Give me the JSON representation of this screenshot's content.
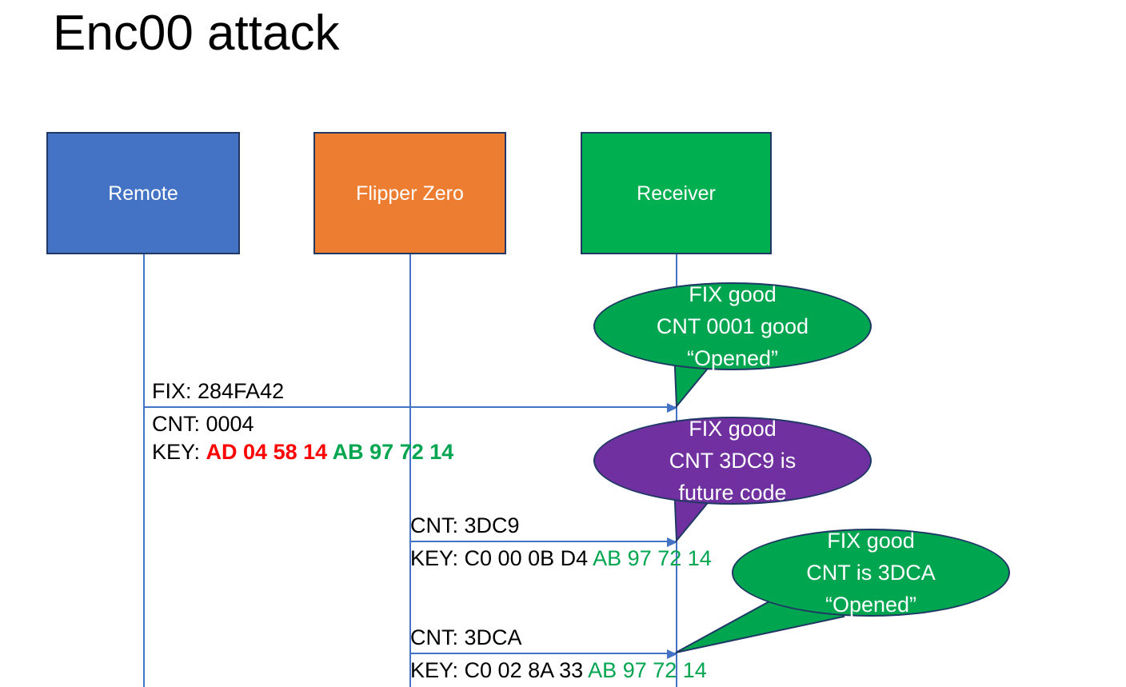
{
  "slide": {
    "title": "Enc00 attack",
    "background": "#FFFFFF"
  },
  "colors": {
    "remote": "#4472C4",
    "flipper": "#ED7D31",
    "receiver": "#00B050",
    "bubble_good": "#00A550",
    "bubble_future": "#7030A0",
    "outline": "#1F3864",
    "lifeline": "#4472C4",
    "key_red": "#FF0000",
    "key_green": "#00A550",
    "text": "#000000"
  },
  "actors": [
    {
      "id": "remote",
      "label": "Remote",
      "fill": "#4472C4"
    },
    {
      "id": "flipper",
      "label": "Flipper Zero",
      "fill": "#ED7D31"
    },
    {
      "id": "receiver",
      "label": "Receiver",
      "fill": "#00B050"
    }
  ],
  "messages": [
    {
      "id": "msg-1",
      "from": "remote",
      "to": "receiver",
      "above_label": "FIX: 284FA42",
      "below_lines": [
        {
          "segments": [
            {
              "text": "CNT: 0004",
              "style": "black"
            }
          ]
        },
        {
          "segments": [
            {
              "text": "KEY: ",
              "style": "black"
            },
            {
              "text": "AD 04 58 14 ",
              "style": "red"
            },
            {
              "text": "AB 97 72 14",
              "style": "green"
            }
          ]
        }
      ]
    },
    {
      "id": "msg-2",
      "from": "flipper",
      "to": "receiver",
      "above_label": "CNT: 3DC9",
      "below_lines": [
        {
          "segments": [
            {
              "text": "KEY: C0 00 0B D4 ",
              "style": "black"
            },
            {
              "text": "AB 97 72 14",
              "style": "green-light"
            }
          ]
        }
      ]
    },
    {
      "id": "msg-3",
      "from": "flipper",
      "to": "receiver",
      "above_label": "CNT: 3DCA",
      "below_lines": [
        {
          "segments": [
            {
              "text": "KEY: C0 02 8A 33 ",
              "style": "black"
            },
            {
              "text": "AB 97 72 14",
              "style": "green-light"
            }
          ]
        }
      ]
    }
  ],
  "bubbles": [
    {
      "id": "bubble-1",
      "fill": "#00A550",
      "lines": [
        "FIX good",
        "CNT 0001 good",
        "“Opened”"
      ]
    },
    {
      "id": "bubble-2",
      "fill": "#7030A0",
      "lines": [
        "FIX good",
        "CNT 3DC9 is",
        "future code"
      ]
    },
    {
      "id": "bubble-3",
      "fill": "#00A550",
      "lines": [
        "FIX good",
        "CNT is 3DCA",
        "“Opened”"
      ]
    }
  ]
}
